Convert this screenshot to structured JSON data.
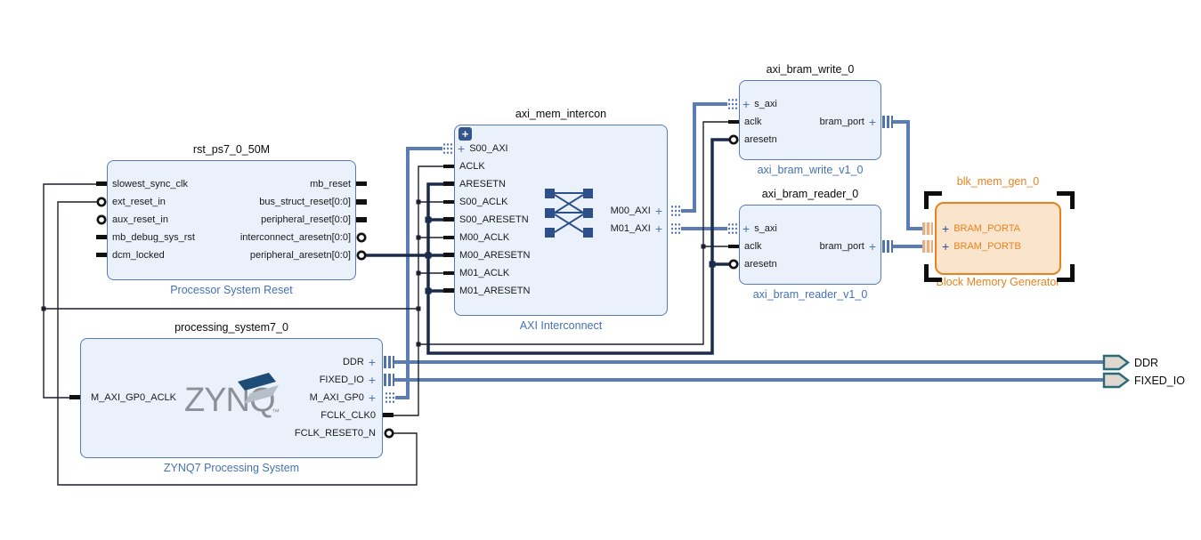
{
  "icons": {
    "plus": "+"
  },
  "colors": {
    "block_fill": "#eaf1fb",
    "block_border": "#5a7ab5",
    "bus_blue": "#5b7cb5",
    "reset_navy": "#1b2b4c",
    "wire_dark": "#1e1e2e",
    "type_label_blue": "#4471b5",
    "selected_orange": "#e8821e",
    "port_symbol_teal": "#2b6b77"
  },
  "blocks": {
    "rst": {
      "title": "rst_ps7_0_50M",
      "type_label": "Processor System Reset",
      "left_ports": [
        "slowest_sync_clk",
        "ext_reset_in",
        "aux_reset_in",
        "mb_debug_sys_rst",
        "dcm_locked"
      ],
      "right_ports": [
        "mb_reset",
        "bus_struct_reset[0:0]",
        "peripheral_reset[0:0]",
        "interconnect_aresetn[0:0]",
        "peripheral_aresetn[0:0]"
      ]
    },
    "intercon": {
      "title": "axi_mem_intercon",
      "type_label": "AXI Interconnect",
      "left_ports": [
        "S00_AXI",
        "ACLK",
        "ARESETN",
        "S00_ACLK",
        "S00_ARESETN",
        "M00_ACLK",
        "M00_ARESETN",
        "M01_ACLK",
        "M01_ARESETN"
      ],
      "right_ports": [
        "M00_AXI",
        "M01_AXI"
      ]
    },
    "bram_write": {
      "title": "axi_bram_write_0",
      "type_label": "axi_bram_write_v1_0",
      "left_ports": [
        "s_axi",
        "aclk",
        "aresetn"
      ],
      "right_ports": [
        "bram_port"
      ]
    },
    "bram_reader": {
      "title": "axi_bram_reader_0",
      "type_label": "axi_bram_reader_v1_0",
      "left_ports": [
        "s_axi",
        "aclk",
        "aresetn"
      ],
      "right_ports": [
        "bram_port"
      ]
    },
    "blk_mem": {
      "title": "blk_mem_gen_0",
      "type_label": "Block Memory Generator",
      "left_ports": [
        "BRAM_PORTA",
        "BRAM_PORTB"
      ]
    },
    "ps7": {
      "title": "processing_system7_0",
      "type_label": "ZYNQ7 Processing System",
      "logo": "ZYNQ",
      "logo_tm": "™",
      "left_ports": [
        "M_AXI_GP0_ACLK"
      ],
      "right_ports": [
        "DDR",
        "FIXED_IO",
        "M_AXI_GP0",
        "FCLK_CLK0",
        "FCLK_RESET0_N"
      ]
    }
  },
  "external_ports": [
    "DDR",
    "FIXED_IO"
  ]
}
